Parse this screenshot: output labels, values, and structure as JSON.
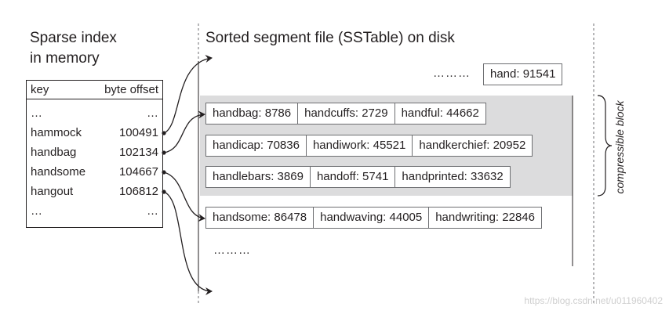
{
  "index": {
    "title_line1": "Sparse index",
    "title_line2": "in memory",
    "header_key": "key",
    "header_offset": "byte offset",
    "rows": [
      {
        "key": "…",
        "offset": "…"
      },
      {
        "key": "hammock",
        "offset": "100491"
      },
      {
        "key": "handbag",
        "offset": "102134"
      },
      {
        "key": "handsome",
        "offset": "104667"
      },
      {
        "key": "hangout",
        "offset": "106812"
      },
      {
        "key": "…",
        "offset": "…"
      }
    ]
  },
  "segment": {
    "title": "Sorted segment file (SSTable) on disk",
    "top_dots": "………",
    "top_entry": "hand: 91541",
    "block_rows": [
      [
        "handbag: 8786",
        "handcuffs: 2729",
        "handful: 44662"
      ],
      [
        "handicap: 70836",
        "handiwork: 45521",
        "handkerchief: 20952"
      ],
      [
        "handlebars: 3869",
        "handoff: 5741",
        "handprinted: 33632"
      ]
    ],
    "after_row": [
      "handsome: 86478",
      "handwaving: 44005",
      "handwriting: 22846"
    ],
    "bottom_dots": "………"
  },
  "block_label": "compressible block",
  "watermark": "https://blog.csdn.net/u011960402",
  "colors": {
    "text": "#231f20",
    "shade": "#dcdcdd",
    "cell_border": "#6d6e71",
    "watermark": "#cfcfcf"
  }
}
